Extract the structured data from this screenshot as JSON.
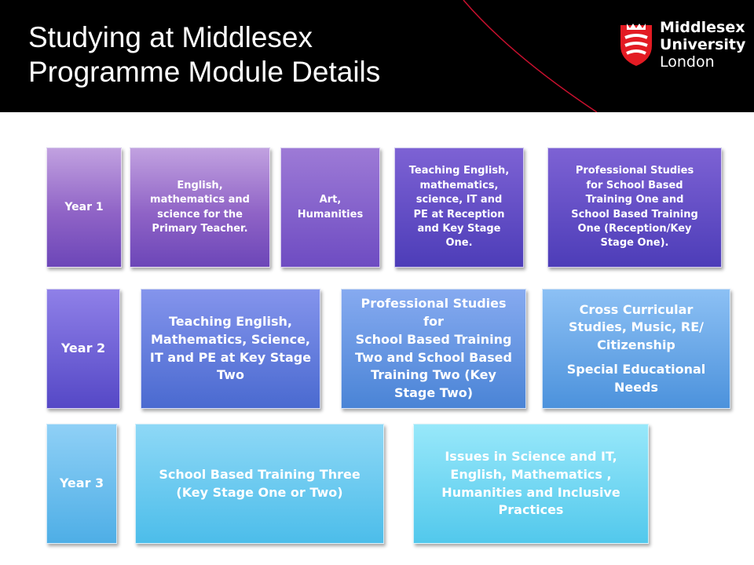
{
  "header": {
    "title_line1": "Studying at Middlesex",
    "title_line2": "Programme Module Details",
    "logo": {
      "line1": "Middlesex",
      "line2": "University",
      "line3": "London",
      "shield_color": "#e31b23"
    },
    "background": "#000000",
    "accent_curve_color": "#c8102e"
  },
  "rows": [
    {
      "year_label": "Year 1",
      "modules": [
        {
          "lines": [
            "English,",
            "mathematics and",
            "science for the",
            "Primary Teacher."
          ]
        },
        {
          "lines": [
            "Art,",
            "Humanities"
          ]
        },
        {
          "lines": [
            "Teaching English,",
            "mathematics,",
            "science, IT and",
            "PE at Reception",
            "and Key Stage",
            "One."
          ]
        },
        {
          "lines": [
            "Professional Studies",
            "for School Based",
            "Training One and",
            "School Based Training",
            "One (Reception/Key",
            "Stage One)."
          ]
        }
      ]
    },
    {
      "year_label": "Year 2",
      "modules": [
        {
          "lines": [
            "Teaching English,",
            "Mathematics, Science,",
            "IT and PE at Key Stage",
            "Two"
          ]
        },
        {
          "lines": [
            "Professional Studies for",
            "School Based Training",
            "Two and School Based",
            "Training Two (Key",
            "Stage Two)"
          ]
        },
        {
          "lines": [
            "Cross Curricular",
            "Studies, Music, RE/",
            "Citizenship"
          ],
          "lines2": [
            "Special Educational",
            "Needs"
          ]
        }
      ]
    },
    {
      "year_label": "Year 3",
      "modules": [
        {
          "lines": [
            "School Based Training Three",
            "(Key Stage One or Two)"
          ]
        },
        {
          "lines": [
            "Issues in Science and IT,",
            "English, Mathematics ,",
            "Humanities and Inclusive",
            "Practices"
          ]
        }
      ]
    }
  ]
}
